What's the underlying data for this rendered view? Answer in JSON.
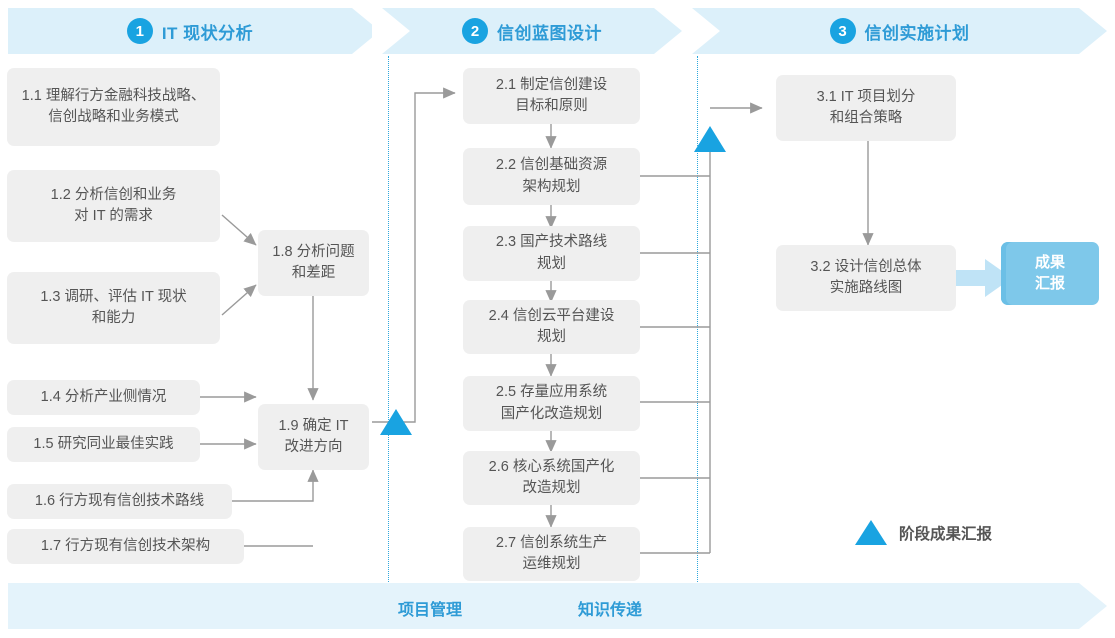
{
  "phases": [
    {
      "num": "1",
      "title": "IT 现状分析"
    },
    {
      "num": "2",
      "title": "信创蓝图设计"
    },
    {
      "num": "3",
      "title": "信创实施计划"
    }
  ],
  "phase1_nodes": [
    {
      "id": "1.1",
      "label": "1.1 理解行方金融科技战略、\n信创战略和业务模式"
    },
    {
      "id": "1.2",
      "label": "1.2 分析信创和业务\n对 IT 的需求"
    },
    {
      "id": "1.3",
      "label": "1.3 调研、评估 IT 现状\n和能力"
    },
    {
      "id": "1.4",
      "label": "1.4 分析产业侧情况"
    },
    {
      "id": "1.5",
      "label": "1.5 研究同业最佳实践"
    },
    {
      "id": "1.6",
      "label": "1.6 行方现有信创技术路线"
    },
    {
      "id": "1.7",
      "label": "1.7 行方现有信创技术架构"
    },
    {
      "id": "1.8",
      "label": "1.8 分析问题\n和差距"
    },
    {
      "id": "1.9",
      "label": "1.9 确定 IT\n改进方向"
    }
  ],
  "phase2_nodes": [
    {
      "id": "2.1",
      "label": "2.1 制定信创建设\n目标和原则"
    },
    {
      "id": "2.2",
      "label": "2.2 信创基础资源\n架构规划"
    },
    {
      "id": "2.3",
      "label": "2.3 国产技术路线\n规划"
    },
    {
      "id": "2.4",
      "label": "2.4 信创云平台建设\n规划"
    },
    {
      "id": "2.5",
      "label": "2.5 存量应用系统\n国产化改造规划"
    },
    {
      "id": "2.6",
      "label": "2.6 核心系统国产化\n改造规划"
    },
    {
      "id": "2.7",
      "label": "2.7 信创系统生产\n运维规划"
    }
  ],
  "phase3_nodes": [
    {
      "id": "3.1",
      "label": "3.1 IT 项目划分\n和组合策略"
    },
    {
      "id": "3.2",
      "label": "3.2 设计信创总体\n实施路线图"
    }
  ],
  "result_chip": {
    "label": "成果\n汇报"
  },
  "legend": {
    "label": "阶段成果汇报"
  },
  "bottom_labels": [
    {
      "label": "项目管理"
    },
    {
      "label": "知识传递"
    }
  ],
  "colors": {
    "accent_blue": "#19a3e1",
    "title_blue": "#2e9bd6",
    "band_fill": "#dcf0fa",
    "bottom_band_fill": "#e4f3fb",
    "node_fill": "#efefef",
    "node_text": "#555555",
    "chip_fill": "#7ec8ea",
    "wire": "#9a9a9a",
    "dotted_sep": "#2fa8dd"
  }
}
